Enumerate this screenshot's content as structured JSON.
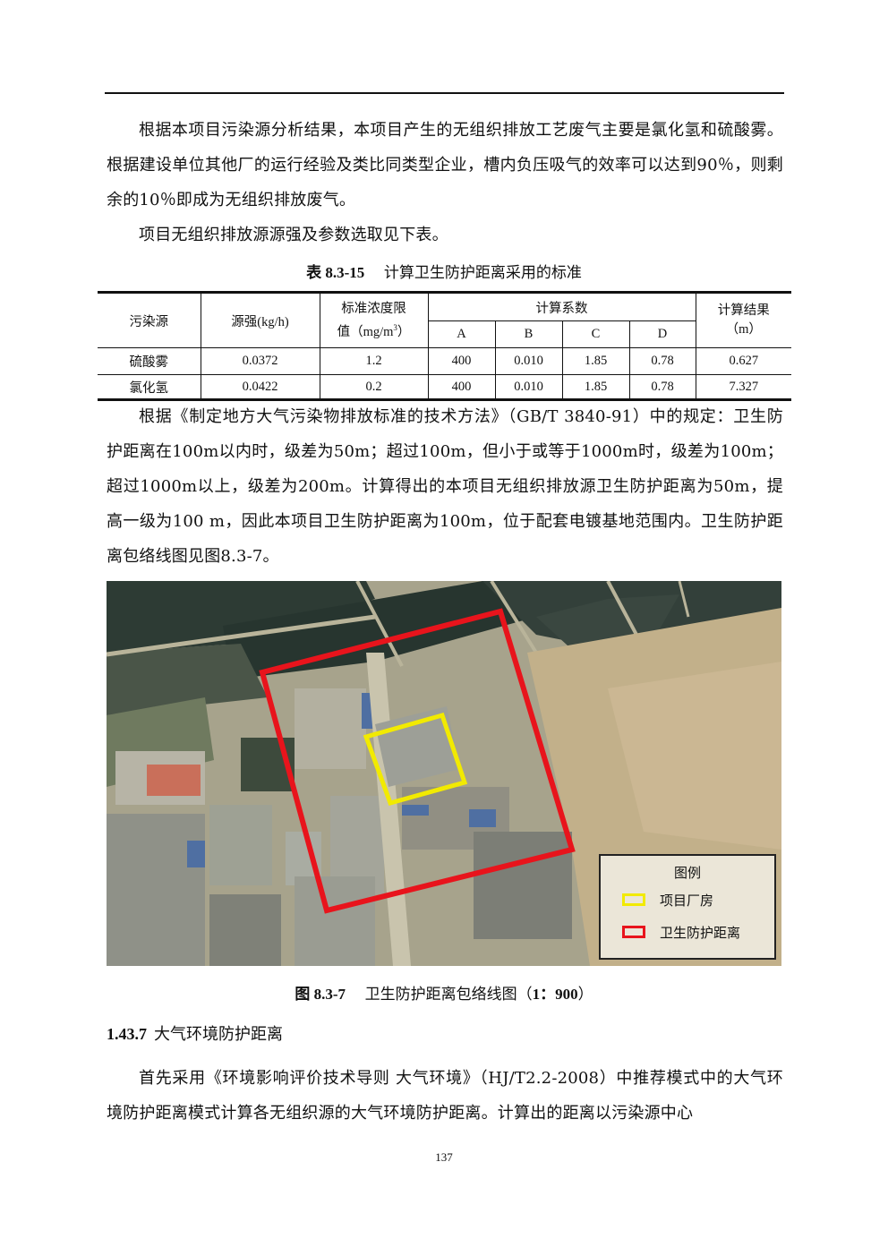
{
  "paragraphs": {
    "p1": "根据本项目污染源分析结果，本项目产生的无组织排放工艺废气主要是氯化氢和硫酸雾。根据建设单位其他厂的运行经验及类比同类型企业，槽内负压吸气的效率可以达到90％，则剩余的10％即成为无组织排放废气。",
    "p2": "项目无组织排放源源强及参数选取见下表。",
    "p3": "根据《制定地方大气污染物排放标准的技术方法》（GB/T 3840-91）中的规定：卫生防护距离在100m以内时，级差为50m；超过100m，但小于或等于1000m时，级差为100m；超过1000m以上，级差为200m。计算得出的本项目无组织排放源卫生防护距离为50m，提高一级为100 m，因此本项目卫生防护距离为100m，位于配套电镀基地范围内。卫生防护距离包络线图见图8.3-7。",
    "p4": "首先采用《环境影响评价技术导则 大气环境》（HJ/T2.2-2008）中推荐模式中的大气环境防护距离模式计算各无组织源的大气环境防护距离。计算出的距离以污染源中心"
  },
  "table": {
    "caption_num": "表 8.3-15",
    "caption_text": "计算卫生防护距离采用的标准",
    "headers": {
      "source": "污染源",
      "strength": "源强(kg/h)",
      "limit_line1": "标准浓度限",
      "limit_line2": "值（mg/m",
      "limit_sup": "3",
      "limit_close": "）",
      "coef": "计算系数",
      "a": "A",
      "b": "B",
      "c": "C",
      "d": "D",
      "result_line1": "计算结果",
      "result_line2": "（m）"
    },
    "rows": [
      {
        "source": "硫酸雾",
        "strength": "0.0372",
        "limit": "1.2",
        "a": "400",
        "b": "0.010",
        "c": "1.85",
        "d": "0.78",
        "result": "0.627"
      },
      {
        "source": "氯化氢",
        "strength": "0.0422",
        "limit": "0.2",
        "a": "400",
        "b": "0.010",
        "c": "1.85",
        "d": "0.78",
        "result": "7.327"
      }
    ]
  },
  "figure": {
    "legend_title": "图例",
    "legend_items": [
      {
        "label": "项目厂房",
        "color": "#f2ea00"
      },
      {
        "label": "卫生防护距离",
        "color": "#e8141c"
      }
    ],
    "caption_num": "图 8.3-7",
    "caption_text": "卫生防护距离包络线图（",
    "caption_scale": "1：900",
    "caption_close": "）"
  },
  "section": {
    "number": "1.43.7",
    "title": "大气环境防护距离"
  },
  "page_number": "137"
}
